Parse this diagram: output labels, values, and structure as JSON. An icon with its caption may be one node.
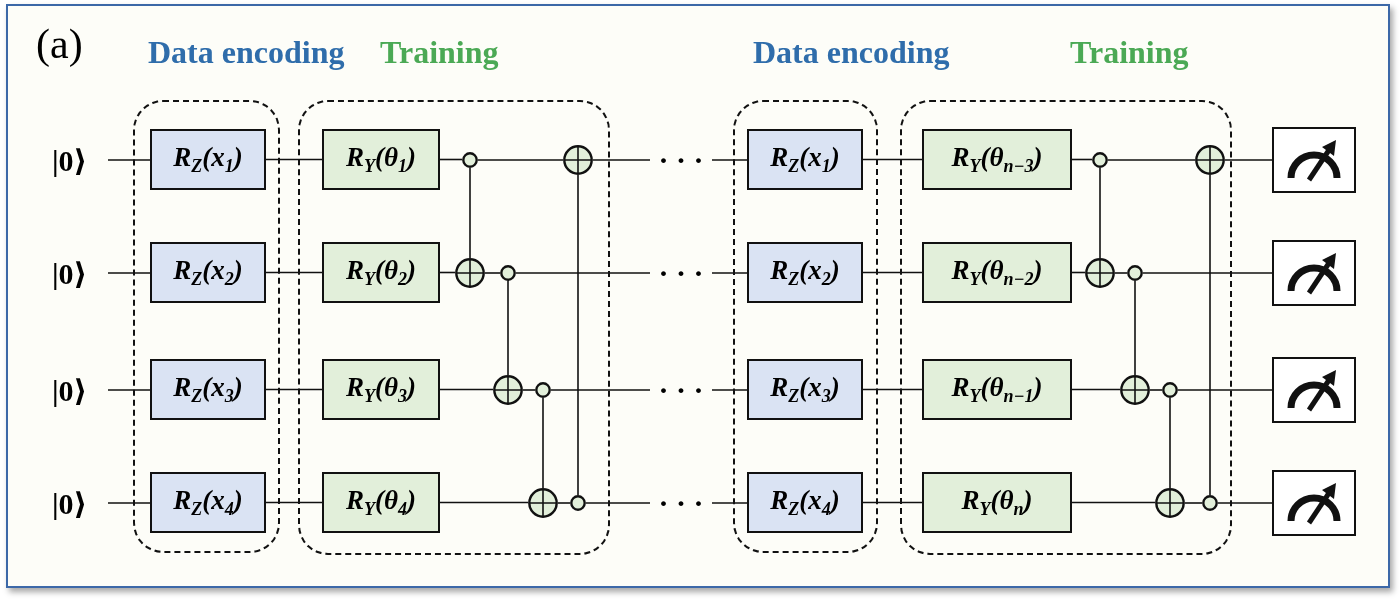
{
  "diagram": {
    "nodes": [
      {
        "text": [
          "|0⟩"
        ]
      },
      {
        "text": [
          "|0⟩"
        ]
      },
      {
        "text": [
          "|0⟩"
        ]
      },
      {
        "text": [
          "|0⟩"
        ]
      },
      {
        "text": [
          "Data encoding"
        ]
      },
      {
        "text": [
          "R$_{Z}$(x$_{1}$)"
        ],
        "in": 4
      },
      {
        "text": [
          "R$_{Z}$(x$_{2}$)"
        ],
        "in": 4
      },
      {
        "text": [
          "R$_{Z}$(x$_{3}$)"
        ],
        "in": 4
      },
      {
        "text": [
          "R$_{Z}$(x$_{4}$)"
        ],
        "in": 4
      },
      {
        "text": [
          "Training"
        ]
      },
      {
        "text": [
          "R$_{Y}$(θ$_{1}$)"
        ],
        "in": 9
      },
      {
        "text": [
          "R$_{Y}$(θ$_{2}$)"
        ],
        "in": 9
      },
      {
        "text": [
          "R$_{Y}$(θ$_{3}$)"
        ],
        "in": 9
      },
      {
        "text": [
          "R$_{Y}$(θ$_{4}$)"
        ],
        "in": 9
      },
      {
        "text": [],
        "shape": "circle",
        "in": 9
      },
      {
        "text": [],
        "shape": "circle",
        "in": 9
      },
      {
        "text": [],
        "shape": "circle",
        "in": 9
      },
      {
        "text": [],
        "shape": "circle",
        "in": 9
      },
      {
        "text": [],
        "shape": "circle",
        "in": 9
      },
      {
        "text": [],
        "shape": "circle",
        "in": 9
      },
      {
        "text": [],
        "shape": "circle",
        "in": 9
      },
      {
        "text": [],
        "shape": "circle",
        "in": 9
      },
      {
        "text": [
          "· · ·"
        ]
      },
      {
        "text": [
          "· · ·"
        ]
      },
      {
        "text": [
          "· · ·"
        ]
      },
      {
        "text": [
          "· · ·"
        ]
      },
      {
        "text": [
          "Data encoding"
        ]
      },
      {
        "text": [
          "R$_{Z}$(x$_{1}$)"
        ],
        "in": 26
      },
      {
        "text": [
          "R$_{Z}$(x$_{2}$)"
        ],
        "in": 26
      },
      {
        "text": [
          "R$_{Z}$(x$_{3}$)"
        ],
        "in": 26
      },
      {
        "text": [
          "R$_{Z}$(x$_{4}$)"
        ],
        "in": 26
      },
      {
        "text": [
          "Training"
        ]
      },
      {
        "text": [
          "R$_{Y}$(θ$_{n−3}$)"
        ],
        "in": 31
      },
      {
        "text": [
          "R$_{Y}$(θ$_{n−2}$)"
        ],
        "in": 31
      },
      {
        "text": [
          "R$_{Y}$(θ$_{n−1}$)"
        ],
        "in": 31
      },
      {
        "text": [
          "R$_{Y}$(θ$_{n}$)"
        ],
        "in": 31
      },
      {
        "text": [],
        "shape": "circle",
        "in": 31
      },
      {
        "text": [],
        "shape": "circle",
        "in": 31
      },
      {
        "text": [],
        "shape": "circle",
        "in": 31
      },
      {
        "text": [],
        "shape": "circle",
        "in": 31
      },
      {
        "text": [],
        "shape": "circle",
        "in": 31
      },
      {
        "text": [],
        "shape": "circle",
        "in": 31
      },
      {
        "text": [],
        "shape": "circle",
        "in": 31
      },
      {
        "text": [],
        "shape": "circle",
        "in": 31
      },
      {
        "text": [],
        "shape": "picture"
      },
      {
        "text": [],
        "shape": "picture"
      },
      {
        "text": [],
        "shape": "picture"
      },
      {
        "text": [],
        "shape": "picture"
      }
    ],
    "edges": [
      {
        "from": 0,
        "to": 5,
        "arrow": "none"
      },
      {
        "from": 5,
        "to": 10,
        "arrow": "none"
      },
      {
        "from": 10,
        "to": 14,
        "arrow": "none"
      },
      {
        "from": 14,
        "to": 20,
        "arrow": "none"
      },
      {
        "from": 20,
        "to": 22,
        "arrow": "none"
      },
      {
        "from": 22,
        "to": 27,
        "arrow": "none"
      },
      {
        "from": 27,
        "to": 32,
        "arrow": "none"
      },
      {
        "from": 32,
        "to": 36,
        "arrow": "none"
      },
      {
        "from": 36,
        "to": 42,
        "arrow": "none"
      },
      {
        "from": 42,
        "to": 44,
        "arrow": "none"
      },
      {
        "from": 1,
        "to": 6,
        "arrow": "none"
      },
      {
        "from": 6,
        "to": 11,
        "arrow": "none"
      },
      {
        "from": 11,
        "to": 15,
        "arrow": "none"
      },
      {
        "from": 15,
        "to": 16,
        "arrow": "none"
      },
      {
        "from": 16,
        "to": 23,
        "arrow": "none"
      },
      {
        "from": 23,
        "to": 28,
        "arrow": "none"
      },
      {
        "from": 28,
        "to": 33,
        "arrow": "none"
      },
      {
        "from": 33,
        "to": 37,
        "arrow": "none"
      },
      {
        "from": 37,
        "to": 38,
        "arrow": "none"
      },
      {
        "from": 38,
        "to": 45,
        "arrow": "none"
      },
      {
        "from": 2,
        "to": 7,
        "arrow": "none"
      },
      {
        "from": 7,
        "to": 12,
        "arrow": "none"
      },
      {
        "from": 12,
        "to": 17,
        "arrow": "none"
      },
      {
        "from": 17,
        "to": 18,
        "arrow": "none"
      },
      {
        "from": 18,
        "to": 24,
        "arrow": "none"
      },
      {
        "from": 24,
        "to": 29,
        "arrow": "none"
      },
      {
        "from": 29,
        "to": 34,
        "arrow": "none"
      },
      {
        "from": 34,
        "to": 39,
        "arrow": "none"
      },
      {
        "from": 39,
        "to": 40,
        "arrow": "none"
      },
      {
        "from": 40,
        "to": 46,
        "arrow": "none"
      },
      {
        "from": 3,
        "to": 8,
        "arrow": "none"
      },
      {
        "from": 8,
        "to": 13,
        "arrow": "none"
      },
      {
        "from": 13,
        "to": 19,
        "arrow": "none"
      },
      {
        "from": 19,
        "to": 21,
        "arrow": "none"
      },
      {
        "from": 21,
        "to": 25,
        "arrow": "none"
      },
      {
        "from": 25,
        "to": 30,
        "arrow": "none"
      },
      {
        "from": 30,
        "to": 35,
        "arrow": "none"
      },
      {
        "from": 35,
        "to": 41,
        "arrow": "none"
      },
      {
        "from": 41,
        "to": 43,
        "arrow": "none"
      },
      {
        "from": 43,
        "to": 47,
        "arrow": "none"
      },
      {
        "from": 14,
        "to": 15,
        "arrow": "none"
      },
      {
        "from": 16,
        "to": 17,
        "arrow": "none"
      },
      {
        "from": 18,
        "to": 19,
        "arrow": "none"
      },
      {
        "from": 21,
        "to": 20,
        "arrow": "none"
      },
      {
        "from": 36,
        "to": 37,
        "arrow": "none"
      },
      {
        "from": 38,
        "to": 39,
        "arrow": "none"
      },
      {
        "from": 40,
        "to": 41,
        "arrow": "none"
      },
      {
        "from": 43,
        "to": 42,
        "arrow": "none"
      }
    ],
    "labels": [
      "(a)"
    ]
  }
}
